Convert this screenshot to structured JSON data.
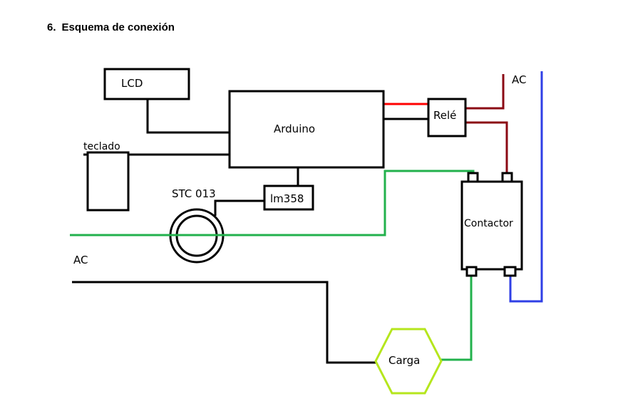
{
  "heading": {
    "number": "6.",
    "title": "Esquema de conexión"
  },
  "components": {
    "lcd": "LCD",
    "arduino": "Arduino",
    "teclado": "teclado",
    "sensor": "STC 013",
    "amplifier": "lm358",
    "relay": "Relé",
    "contactor": "Contactor",
    "load": "Carga"
  },
  "supplies": {
    "ac_top": "AC",
    "ac_left": "AC"
  },
  "colors": {
    "control_wire": "#000000",
    "relay_signal": "#ff0000",
    "relay_wire": "#8b0a14",
    "ac_live": "#22b14c",
    "ac_neutral": "#2f3fe6",
    "load_outline": "#b5e61d"
  }
}
